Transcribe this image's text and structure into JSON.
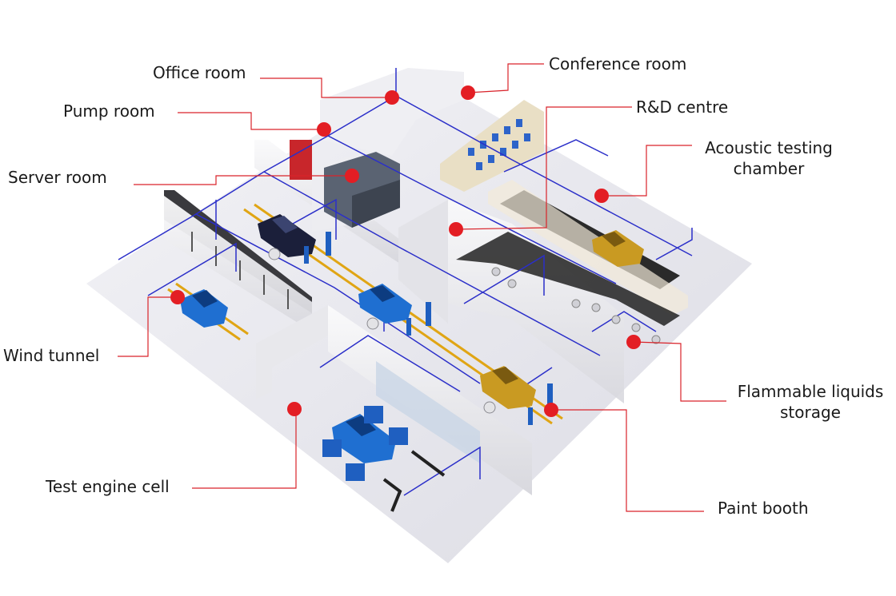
{
  "labels": {
    "office_room": "Office room",
    "conference_room": "Conference room",
    "pump_room": "Pump room",
    "rd_centre": "R&D centre",
    "server_room": "Server room",
    "acoustic_line1": "Acoustic testing",
    "acoustic_line2": "chamber",
    "wind_tunnel": "Wind tunnel",
    "flammable_line1": "Flammable liquids",
    "flammable_line2": "storage",
    "test_engine_cell": "Test engine cell",
    "paint_booth": "Paint booth"
  },
  "colors": {
    "marker": "#e31e24",
    "leader_line": "#d9232a",
    "sprinkler_pipe": "#2b2fc9",
    "floor": "#ececf2",
    "wall": "#f4f4f6",
    "wall_shadow": "#c9c9d1",
    "car_blue": "#1f6fd1",
    "car_gold": "#c99a22",
    "conveyor": "#2a2a2a",
    "track": "#e0a514"
  },
  "icons": {
    "marker": "red-dot-icon",
    "car": "car-icon",
    "robot": "robot-arm-icon"
  }
}
